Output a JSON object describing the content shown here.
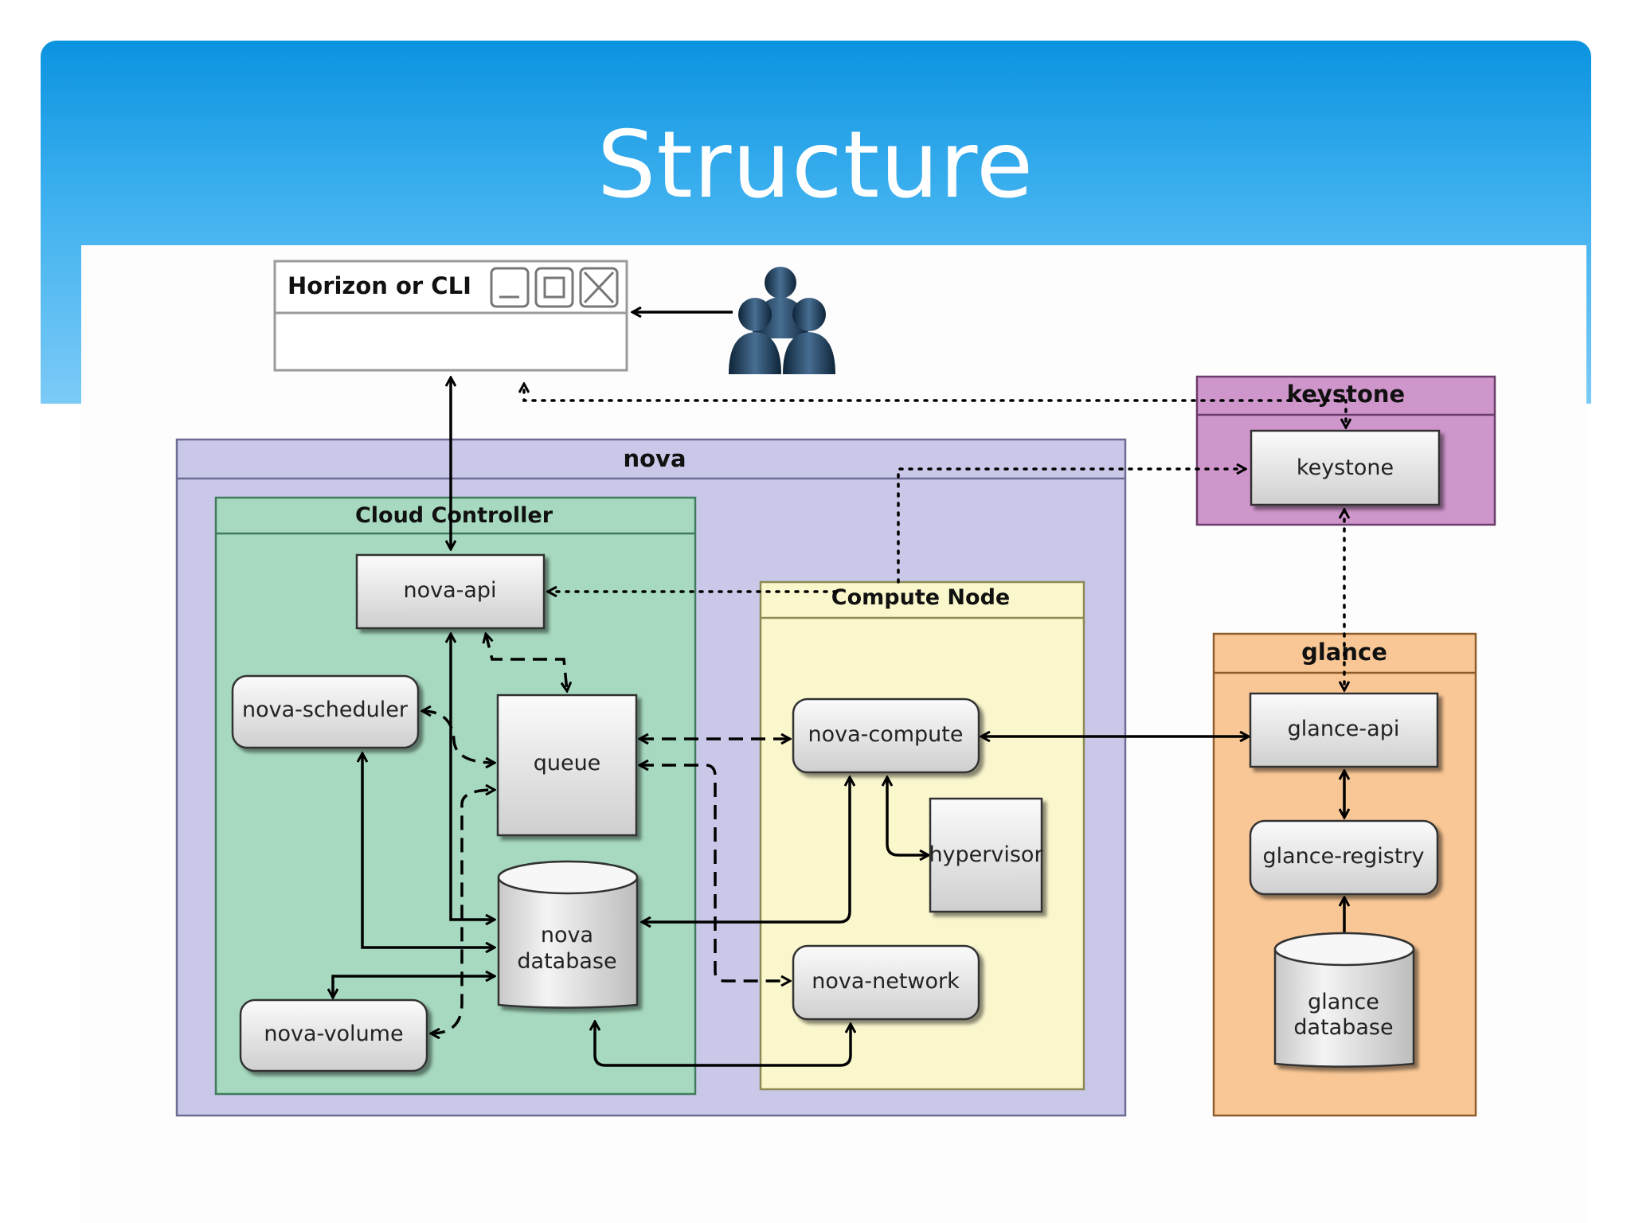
{
  "slide": {
    "title": "Structure"
  },
  "diagram": {
    "window_title": "Horizon or CLI",
    "groups": {
      "keystone": "keystone",
      "nova": "nova",
      "cloud_controller": "Cloud Controller",
      "compute_node": "Compute Node",
      "glance": "glance"
    },
    "nodes": {
      "keystone": "keystone",
      "nova_api": "nova-api",
      "nova_scheduler": "nova-scheduler",
      "queue": "queue",
      "nova_database_line1": "nova",
      "nova_database_line2": "database",
      "nova_volume": "nova-volume",
      "nova_compute": "nova-compute",
      "hypervisor": "hypervisor",
      "nova_network": "nova-network",
      "glance_api": "glance-api",
      "glance_registry": "glance-registry",
      "glance_database_line1": "glance",
      "glance_database_line2": "database"
    },
    "colors": {
      "title_band": "#1a9be4",
      "nova_group": "#c9c8e8",
      "cloud_controller": "#a6d9bf",
      "compute_node": "#faf7cd",
      "keystone_group": "#cf96cc",
      "glance_group": "#f9c795"
    }
  }
}
